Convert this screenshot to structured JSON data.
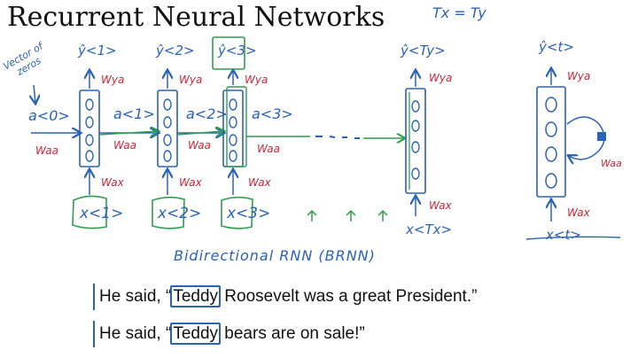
{
  "title": "Recurrent Neural Networks",
  "corner_note": "Tx = Ty",
  "annotations": {
    "vector_of_zeros": [
      "Vector of",
      "zeros"
    ],
    "a0": "a<0>",
    "brnn": "Bidirectional RNN   (BRNN)"
  },
  "cells": [
    {
      "x_label": "x<1>",
      "y_label": "ŷ<1>",
      "a_out": "a<1>"
    },
    {
      "x_label": "x<2>",
      "y_label": "ŷ<2>",
      "a_out": "a<2>"
    },
    {
      "x_label": "x<3>",
      "y_label": "ŷ<3>",
      "a_out": "a<3>"
    },
    {
      "x_label": "x<Tx>",
      "y_label": "ŷ<Ty>",
      "a_out": ""
    }
  ],
  "weights": {
    "wya": "Wya",
    "waa": "Waa",
    "wax": "Wax"
  },
  "rolled": {
    "x_label": "x<t>",
    "y_label": "ŷ<t>",
    "wya": "Wya",
    "waa": "Waa",
    "wax": "Wax"
  },
  "sentences": [
    {
      "before": "He said, “",
      "boxed": "Teddy",
      "after": " Roosevelt was a great President.”"
    },
    {
      "before": "He said, “",
      "boxed": "Teddy",
      "after": " bears are on sale!”"
    }
  ],
  "colors": {
    "ink_blue": "#2a62b5",
    "ink_red": "#c8283a",
    "ink_green": "#2e9e4f",
    "text": "#111111"
  }
}
